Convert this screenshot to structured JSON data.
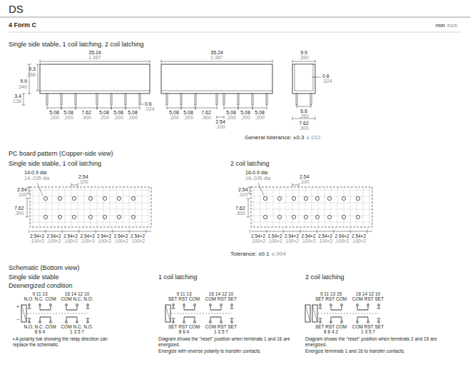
{
  "diagram": {
    "title": "DS",
    "labels": [
      "4 Form C",
      "mm",
      "inch",
      "Single side stable, 1 coil latching, 2 coil latching",
      "35.24",
      "1.387",
      "9.3",
      ".366",
      "9.9",
      ".340",
      "3.4",
      ".134",
      "5.08",
      "5.08",
      "7.62",
      "5.08",
      "5.08",
      "5.08",
      ".200",
      ".200",
      ".300",
      ".200",
      ".200",
      ".200",
      "0.6",
      ".024",
      "35.24",
      "1.387",
      "5.08",
      "5.08",
      "7.62",
      "5.08",
      "5.08",
      "5.08",
      ".200",
      ".200",
      ".300",
      ".200",
      ".200",
      ".200",
      "2.54",
      ".100",
      "9.9",
      ".390",
      "0.6",
      ".024",
      "6.6",
      ".260",
      "7.62",
      ".300",
      "General tolerance: ±0.3",
      "±.012",
      "PC board pattern (Copper-side view)",
      "Single side stable, 1 coil latching",
      "2 coil latching",
      "14-0.9 dia",
      "14-.035 dia",
      "2.54",
      ".100",
      "2.54",
      ".100",
      "7.62",
      ".300",
      "2.54×2",
      "2.54×2",
      "2.54×2",
      "2.54×3",
      "2.54×2",
      "2.54×2",
      "2.54×2",
      ".100×2",
      ".100×2",
      ".100×2",
      ".100×3",
      ".100×2",
      ".100×2",
      ".100×2",
      "16-0.9 dia",
      "16-.035 dia",
      "2.54",
      ".100",
      "2.54",
      ".100",
      "7.62",
      ".300",
      "2.54×2",
      "2.54×2",
      "2.54×2",
      "2.54×2",
      "2.54×2",
      "2.54×2",
      "2.54×2",
      ".100×2",
      ".100×2",
      ".100×2",
      ".100×2",
      ".100×2",
      ".100×2",
      ".100×2",
      "Tolerance: ±0.1",
      "±.004",
      "Schematic (Bottom view)",
      "Single side stable",
      "Deenergized condition",
      "1 coil latching",
      "2 coil latching",
      "9 11 13",
      "16 14 12 10",
      "N.O. N.C. COM",
      "COM N.C. N.O.",
      "N.O. N.C. COM",
      "COM N.C. N.O.",
      "8 6 4",
      "1 3 5 7",
      "+",
      "−",
      "• A polarity bar showing the relay direction can replace the schematic.",
      "9 11 13",
      "16 14 12 10",
      "SET RST COM",
      "COM RST SET",
      "SET RST COM",
      "COM RST SET",
      "8 6 4",
      "1 3 5 7",
      "Diagram shows the \"reset\" position when terminals 1 and 16 are energized.",
      "Energize with reverse polarity to transfer contacts.",
      "9 11 13 15",
      "16 14 12 10",
      "SET RST COM",
      "COM RST SET",
      "SET RST COM",
      "COM RST SET",
      "8 6 4 2",
      "1 3 5 7",
      "Diagram shows the \"reset\" position when terminals 2 and 15 are energized.",
      "Energize terminals 1 and 16 to transfer contacts."
    ]
  }
}
